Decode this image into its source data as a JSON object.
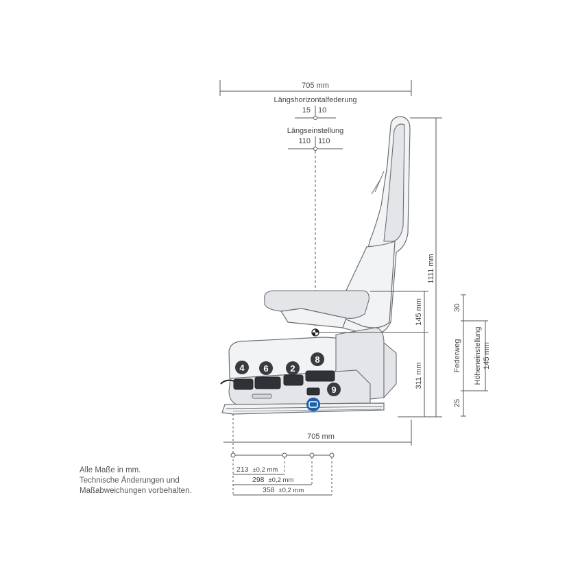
{
  "dimensions": {
    "top_width": "705 mm",
    "horizontal_suspension_title": "Längshorizontalfederung",
    "horizontal_suspension_left": "15",
    "horizontal_suspension_right": "10",
    "longitudinal_adjust_title": "Längseinstellung",
    "longitudinal_adjust_left": "110",
    "longitudinal_adjust_right": "110",
    "total_height": "1111 mm",
    "armrest_height": "145 mm",
    "seat_height": "311 mm",
    "federweg_label": "Federweg",
    "federweg_top": "30",
    "federweg_bottom": "25",
    "height_adjust_label": "Höheneinstellung",
    "height_adjust_value": "145 mm",
    "bottom_width": "705 mm",
    "rail_1_value": "213",
    "rail_1_tolerance": "±0,2 mm",
    "rail_2_value": "298",
    "rail_2_tolerance": "±0,2 mm",
    "rail_3_value": "358",
    "rail_3_tolerance": "±0,2 mm"
  },
  "badges": [
    "4",
    "6",
    "2",
    "8",
    "9"
  ],
  "colors": {
    "badge_dark": "#3a3b3f",
    "badge_blue": "#1f5fa8"
  },
  "note": {
    "line1": "Alle Maße in mm.",
    "line2": "Technische Änderungen und",
    "line3": "Maßabweichungen vorbehalten."
  }
}
